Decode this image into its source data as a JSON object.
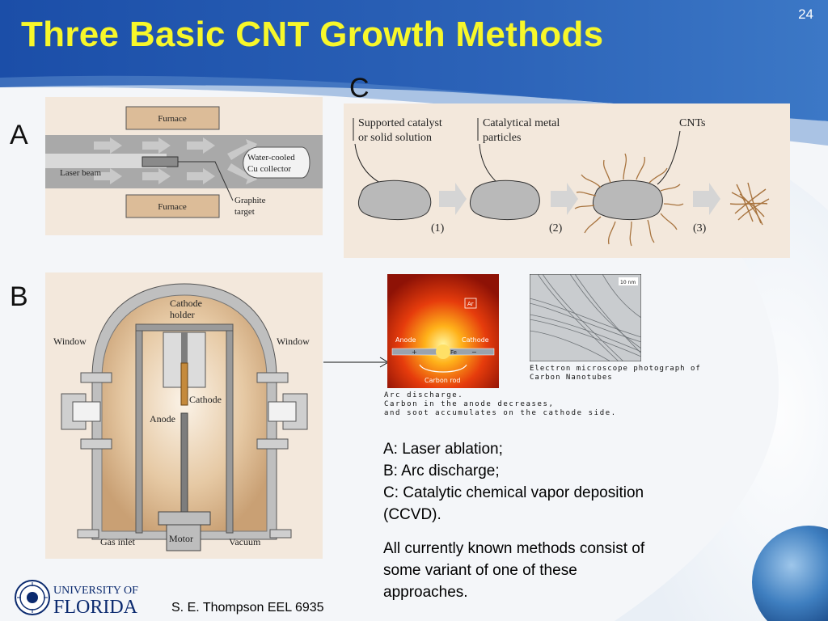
{
  "slide": {
    "number": "24",
    "title": "Three Basic CNT Growth Methods"
  },
  "panels": {
    "a": {
      "label": "A"
    },
    "b": {
      "label": "B"
    },
    "c": {
      "label": "C"
    }
  },
  "laser_diagram": {
    "furnace_top": "Furnace",
    "furnace_bottom": "Furnace",
    "laser_beam": "Laser beam",
    "collector_line1": "Water-cooled",
    "collector_line2": "Cu collector",
    "target_line1": "Graphite",
    "target_line2": "target"
  },
  "ccvd_diagram": {
    "label1_line1": "Supported catalyst",
    "label1_line2": "or solid solution",
    "label2_line1": "Catalytical metal",
    "label2_line2": "particles",
    "label3": "CNTs",
    "step1": "(1)",
    "step2": "(2)",
    "step3": "(3)"
  },
  "arc_diagram": {
    "cathode_holder_line1": "Cathode",
    "cathode_holder_line2": "holder",
    "window_left": "Window",
    "window_right": "Window",
    "cathode": "Cathode",
    "anode": "Anode",
    "gas_inlet": "Gas inlet",
    "motor": "Motor",
    "vacuum": "Vacuum"
  },
  "arc_photo": {
    "ar": "Ar",
    "anode": "Anode",
    "cathode": "Cathode",
    "plus": "+",
    "fe": "Fe",
    "minus": "−",
    "carbon_rod": "Carbon rod",
    "caption_line1": "Arc discharge.",
    "caption_line2": "Carbon in the anode decreases,",
    "caption_line3": "and soot accumulates on the cathode side."
  },
  "tem_photo": {
    "scale": "10 nm",
    "caption_line1": "Electron microscope photograph of",
    "caption_line2": "Carbon Nanotubes"
  },
  "caption": {
    "line1": "A: Laser ablation;",
    "line2": "B: Arc discharge;",
    "line3": "C: Catalytic chemical vapor deposition",
    "line4": "(CCVD).",
    "line5": "All currently known methods consist of",
    "line6": "some variant of one of these",
    "line7": "approaches."
  },
  "footer": {
    "author": "S. E. Thompson  EEL 6935",
    "logo_line1": "UNIVERSITY OF",
    "logo_line2": "FLORIDA"
  },
  "colors": {
    "title": "#f7f72a",
    "header_blue": "#1f4fa8",
    "diagram_bg": "#f3e8dc",
    "furnace": "#dcbc98",
    "uf_blue": "#0b2a6f"
  }
}
